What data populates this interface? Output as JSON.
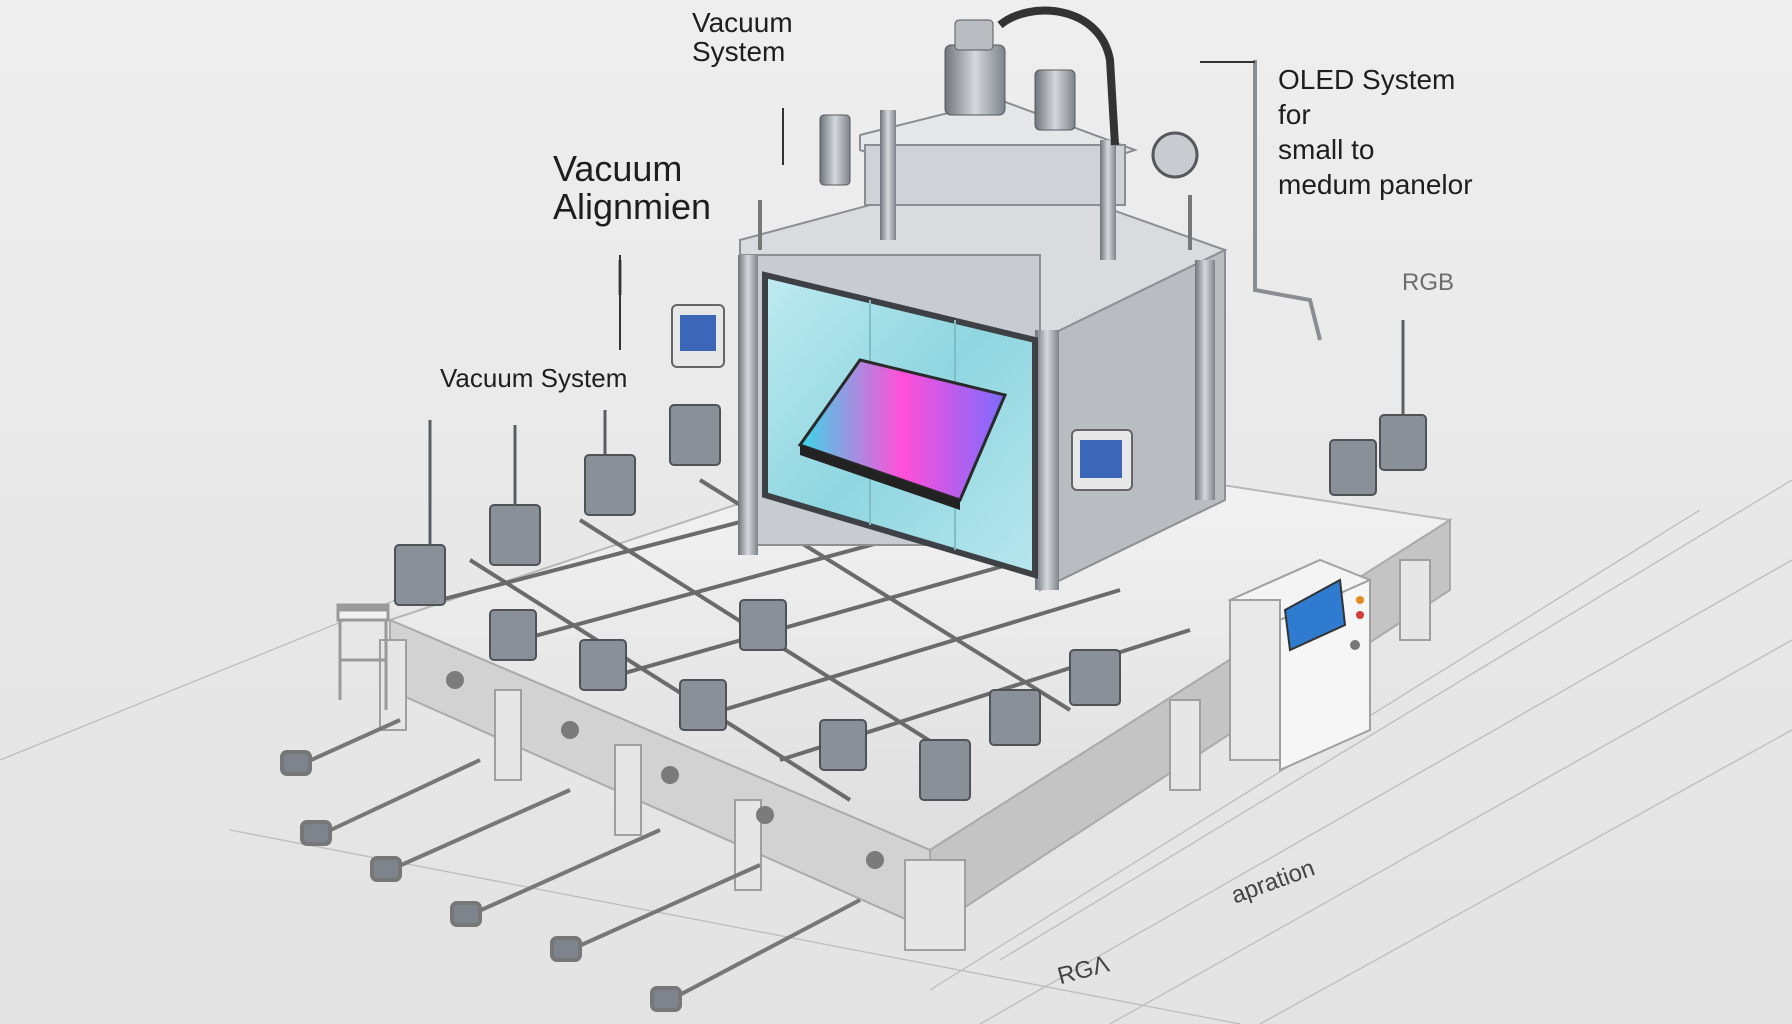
{
  "labels": {
    "vacuum_system_top": "Vacuum\nSystem",
    "vacuum_alignment": "Vacuum\nAlignmien",
    "vacuum_system_left": "Vacuum System",
    "oled_system": "OLED System\nfor\nsmall to\nmedum panelor",
    "rgb_right": "RGB",
    "aperture": "apration",
    "rgb_bottom": "RGɅ"
  },
  "colors": {
    "background": "#e9e9e9",
    "frame": "#dcdcdc",
    "steel": "#9a9fa6",
    "panel_gradient": [
      "#3bd7e8",
      "#7a6cff",
      "#ff4fd8"
    ],
    "glass": "#8fd6e0"
  }
}
